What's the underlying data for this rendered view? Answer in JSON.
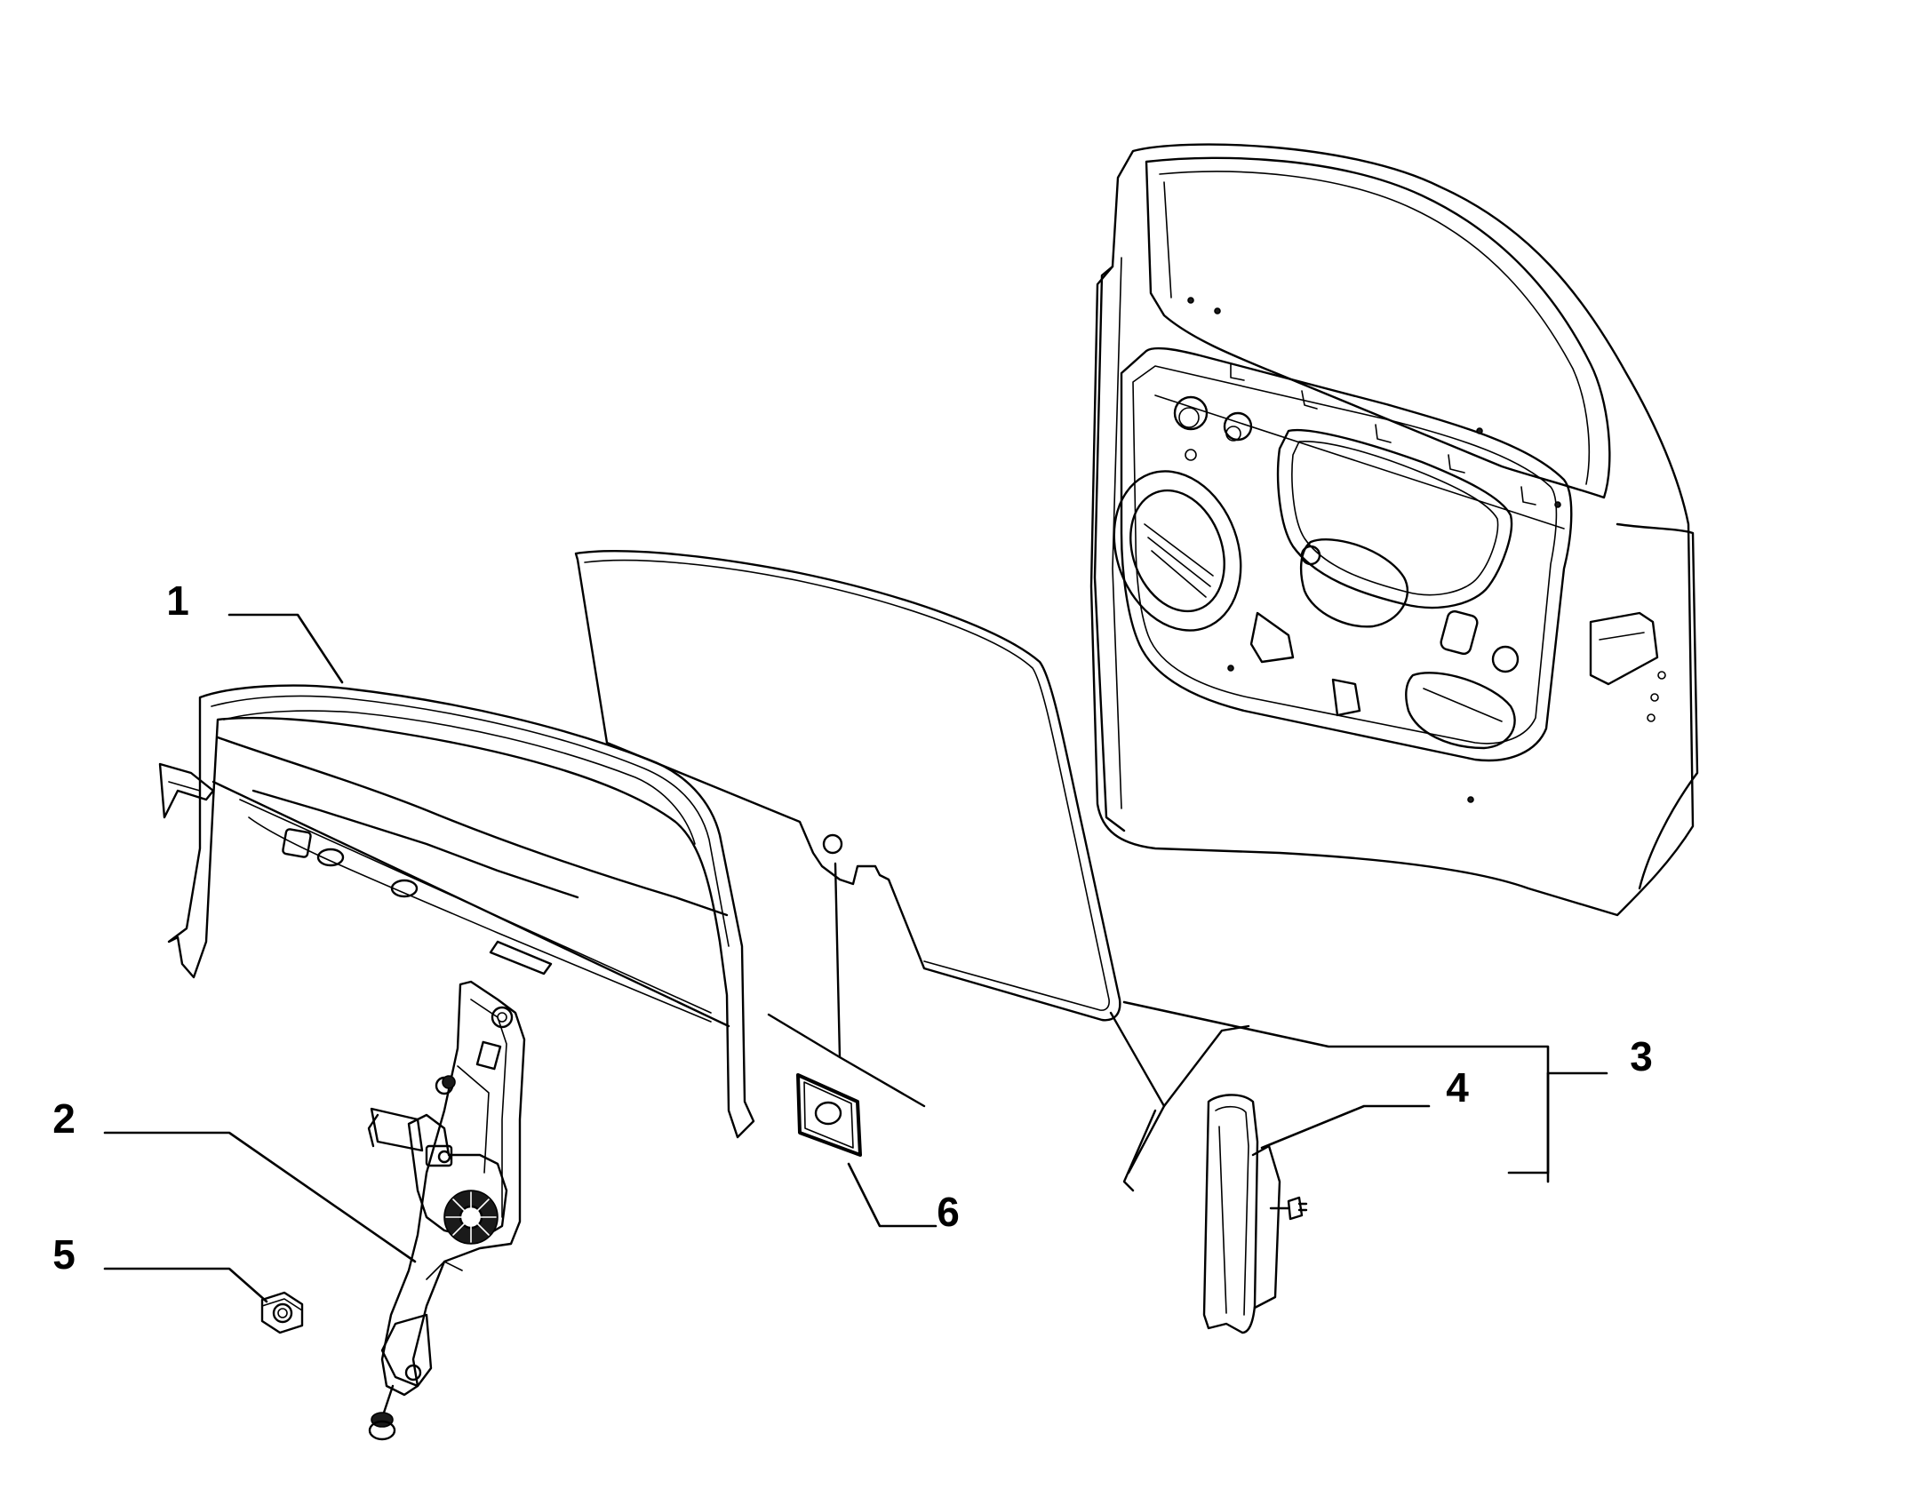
{
  "callouts": [
    {
      "id": "1",
      "text": "1"
    },
    {
      "id": "2",
      "text": "2"
    },
    {
      "id": "3",
      "text": "3"
    },
    {
      "id": "4",
      "text": "4"
    },
    {
      "id": "5",
      "text": "5"
    },
    {
      "id": "6",
      "text": "6"
    }
  ],
  "parts": {
    "door_shell": {
      "callout": "3"
    },
    "window_glass": {
      "callout": "3"
    },
    "glass_run_channel": {
      "callout": "1"
    },
    "window_regulator": {
      "callout": "2"
    },
    "rear_guide_rail": {
      "callout": "4"
    },
    "nut": {
      "callout": "5"
    },
    "pad": {
      "callout": "6"
    }
  }
}
